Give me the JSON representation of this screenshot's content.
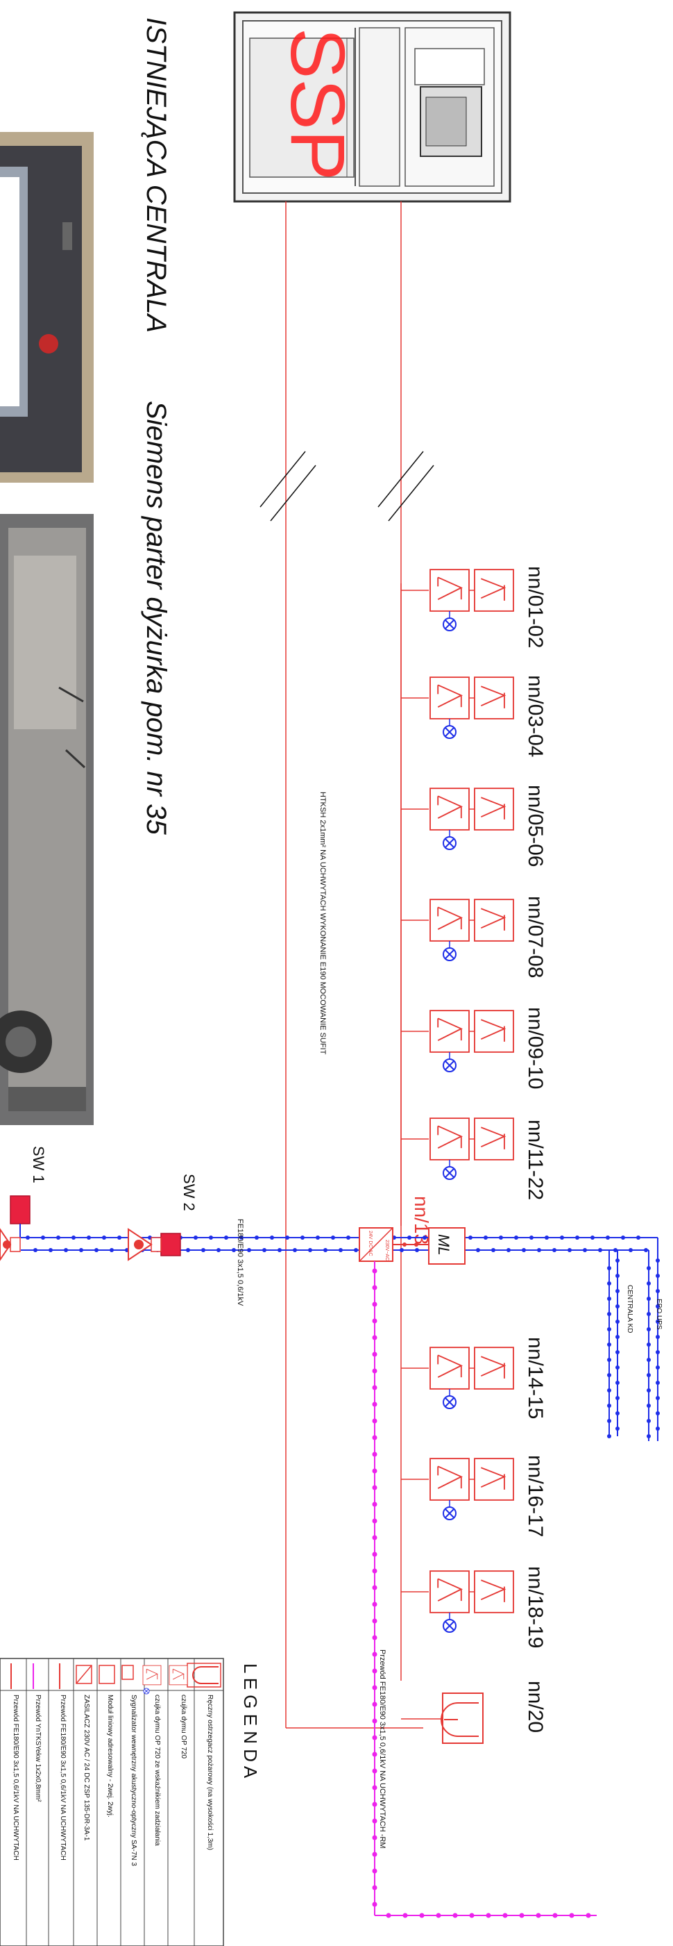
{
  "title": {
    "centrala": "ISTNIEJĄCA CENTRALA",
    "location": "Siemens parter  dyżurka pom. nr 35"
  },
  "ssp": "SSP",
  "zones": [
    {
      "label": "nn/01-02"
    },
    {
      "label": "nn/03-04"
    },
    {
      "label": "nn/05-06"
    },
    {
      "label": "nn/07-08"
    },
    {
      "label": "nn/09-10"
    },
    {
      "label": "nn/11-22"
    },
    {
      "label": "nn/13"
    },
    {
      "label": "nn/14-15"
    },
    {
      "label": "nn/16-17"
    },
    {
      "label": "nn/18-19"
    },
    {
      "label": "nn/20"
    }
  ],
  "sirens": [
    {
      "label": "SW 1"
    },
    {
      "label": "SW 2"
    }
  ],
  "cables": {
    "htksh": "HTKSH 2x1mm² NA UCHWYTACH WYKONANIE E190 MOCOWANIE SUFIT",
    "fe_left": "FE180/E90 3x1,5 0,6/1kV",
    "fe_bottom": "Przewód FE180/E90 3x1,5 0,6/1kV NA UCHWYTACH -RM"
  },
  "outputs": {
    "epo": "EPO UPS",
    "kd": "CENTRALA KD"
  },
  "module": {
    "ml": "ML",
    "psu_top": "24V DC-AC",
    "psu_bottom": "230V~AC"
  },
  "legend": {
    "title": "L E G E N D A",
    "rows": [
      "Ręczny ostrzegacz pożarowy  (na wysokości 1,3m)",
      "czujka dymu OP 720",
      "czujka dymu OP 720 ze wskaźnikiem zadziałania",
      "Sygnalizator wewnętrzny akustyczno-optyczny  SA-7N 3",
      "Moduł liniowy  adresowalny - 2wej. 2wyj.",
      "ZASILACZ 230V AC / 24 DC  ZSP 135-DR-3A-1",
      "Przewód FE180/E90 3x1,5 0,6/1kV NA UCHWYTACH",
      "Przewód YnTKSYekw 1x2x0,8mm²",
      "Przewód FE180/E90 3x1,5 0,6/1kV NA UCHWYTACH"
    ]
  },
  "colors": {
    "line_red": "#e53935",
    "loop_blue": "#1e2ee8",
    "power_magenta": "#ec22ec",
    "text": "#111111"
  }
}
